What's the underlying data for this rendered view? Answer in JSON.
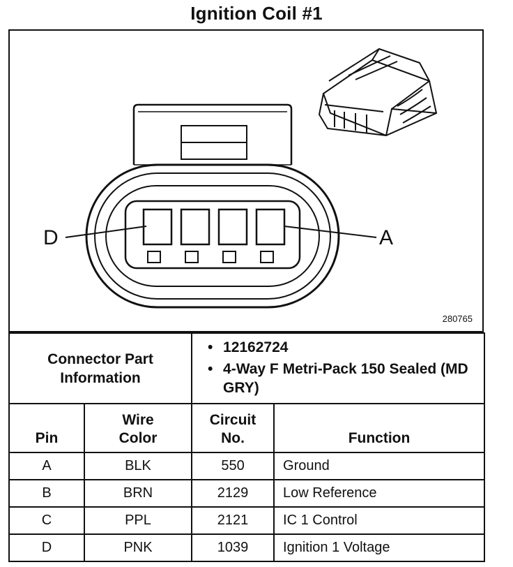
{
  "title": "Ignition Coil #1",
  "figure": {
    "number": "280765",
    "label_left": "D",
    "label_right": "A"
  },
  "connector_part": {
    "label": "Connector Part Information",
    "items": [
      "12162724",
      "4-Way F Metri-Pack 150 Sealed (MD GRY)"
    ]
  },
  "pin_table": {
    "headers": {
      "pin": "Pin",
      "wire_color_1": "Wire",
      "wire_color_2": "Color",
      "circuit_1": "Circuit",
      "circuit_2": "No.",
      "function": "Function"
    },
    "rows": [
      {
        "pin": "A",
        "color": "BLK",
        "circuit": "550",
        "function": "Ground"
      },
      {
        "pin": "B",
        "color": "BRN",
        "circuit": "2129",
        "function": "Low Reference"
      },
      {
        "pin": "C",
        "color": "PPL",
        "circuit": "2121",
        "function": "IC 1 Control"
      },
      {
        "pin": "D",
        "color": "PNK",
        "circuit": "1039",
        "function": "Ignition 1 Voltage"
      }
    ]
  }
}
